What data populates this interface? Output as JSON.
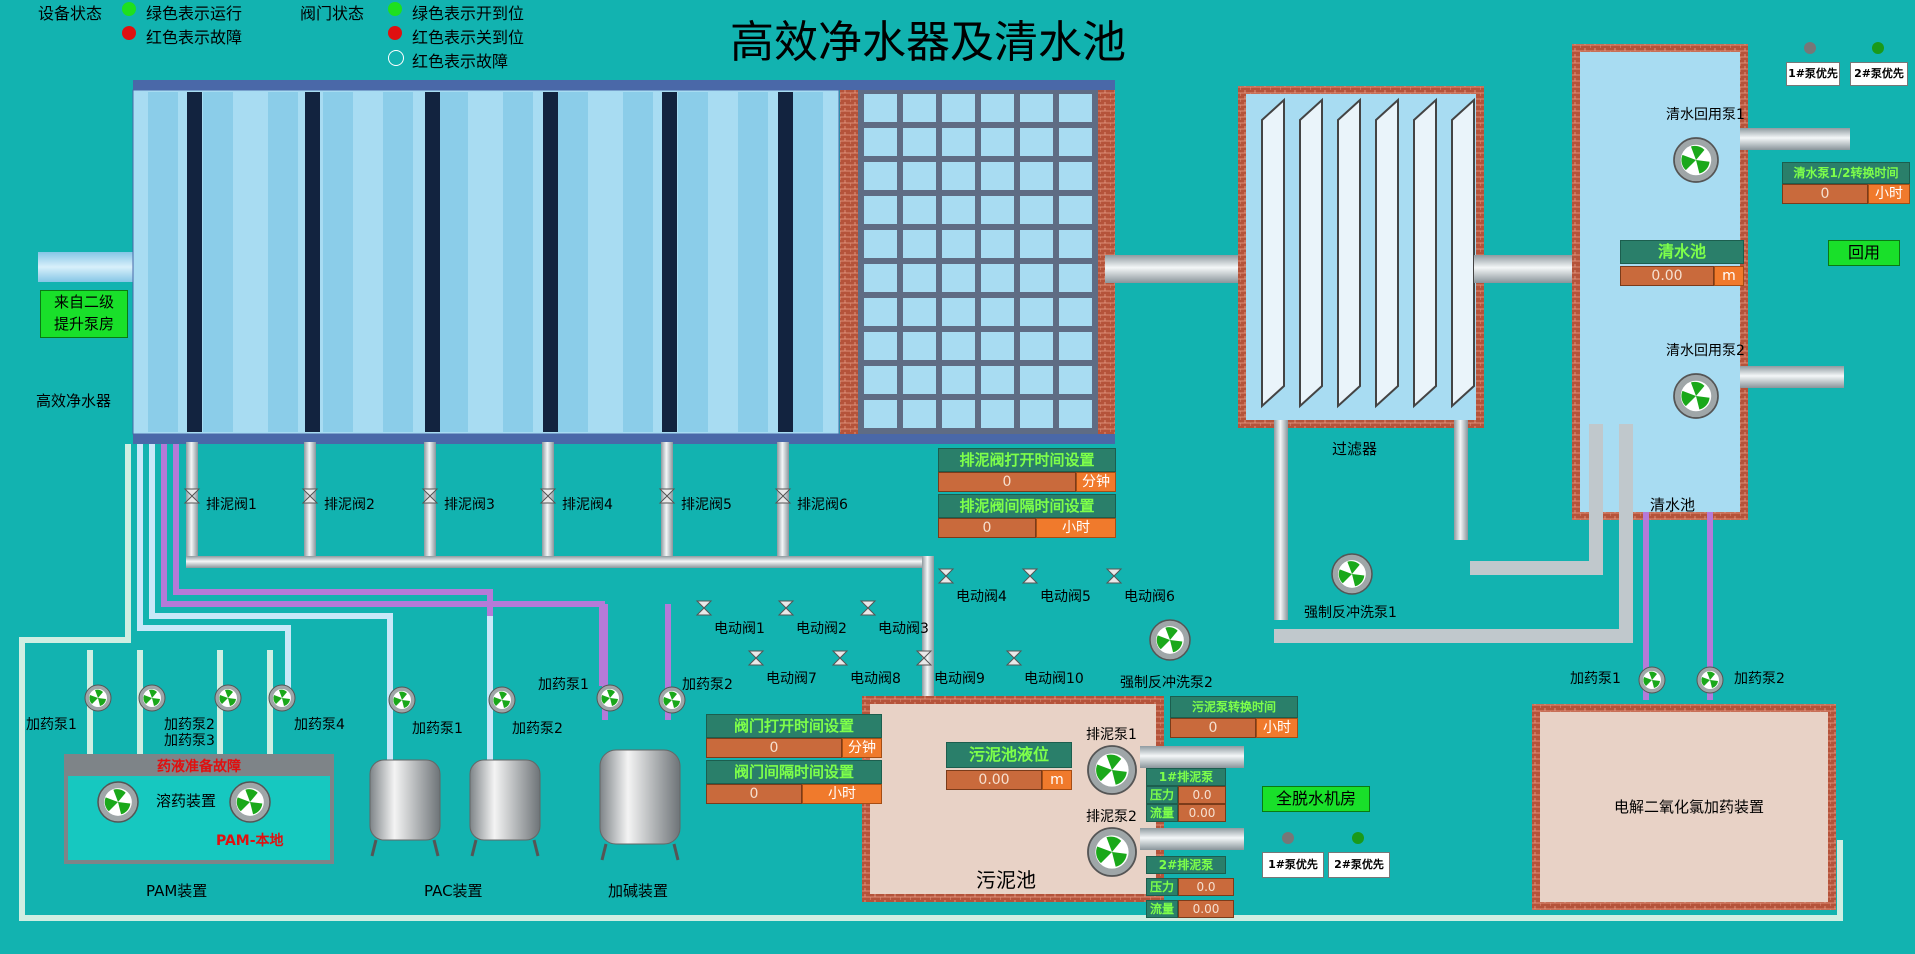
{
  "title": "高效净水器及清水池",
  "legend": {
    "device_label": "设备状态",
    "device_run": "绿色表示运行",
    "device_fault": "红色表示故障",
    "valve_label": "阀门状态",
    "valve_open": "绿色表示开到位",
    "valve_closed": "红色表示关到位",
    "valve_fault": "红色表示故障"
  },
  "labels": {
    "source": "来自二级\n提升泵房",
    "purifier": "高效净水器",
    "filter": "过滤器",
    "clearpool_bottom": "清水池",
    "reuse": "回用",
    "backwash1": "强制反冲洗泵1",
    "backwash2": "强制反冲洗泵2",
    "reuse_pump1": "清水回用泵1",
    "reuse_pump2": "清水回用泵2",
    "sludge_pool": "污泥池",
    "dewater": "全脱水机房",
    "chlorine": "电解二氧化氯加药装置",
    "pam": "PAM装置",
    "pac": "PAC装置",
    "alkali": "加碱装置",
    "dissolve": "溶药装置",
    "pam_fault": "药液准备故障",
    "pam_local": "PAM-本地",
    "sludge_pump1": "排泥泵1",
    "sludge_pump2": "排泥泵2"
  },
  "drain_valves": [
    "排泥阀1",
    "排泥阀2",
    "排泥阀3",
    "排泥阀4",
    "排泥阀5",
    "排泥阀6"
  ],
  "motor_valves": [
    "电动阀1",
    "电动阀2",
    "电动阀3",
    "电动阀4",
    "电动阀5",
    "电动阀6",
    "电动阀7",
    "电动阀8",
    "电动阀9",
    "电动阀10"
  ],
  "dosing": {
    "pam_pumps": [
      "加药泵1",
      "加药泵2",
      "加药泵3",
      "加药泵4"
    ],
    "pac_pumps": [
      "加药泵1",
      "加药泵2"
    ],
    "alk_pumps": [
      "加药泵1",
      "加药泵2"
    ],
    "cl_pumps": [
      "加药泵1",
      "加药泵2"
    ]
  },
  "settings": {
    "drain_open_title": "排泥阀打开时间设置",
    "drain_open_value": "0",
    "drain_open_unit": "分钟",
    "drain_interval_title": "排泥阀间隔时间设置",
    "drain_interval_value": "0",
    "drain_interval_unit": "小时",
    "valve_open_title": "阀门打开时间设置",
    "valve_open_value": "0",
    "valve_open_unit": "分钟",
    "valve_interval_title": "阀门间隔时间设置",
    "valve_interval_value": "0",
    "valve_interval_unit": "小时",
    "clear_switch_title": "清水泵1/2转换时间",
    "clear_switch_value": "0",
    "clear_switch_unit": "小时",
    "sludge_switch_title": "污泥泵转换时间",
    "sludge_switch_value": "0",
    "sludge_switch_unit": "小时"
  },
  "levels": {
    "clear_title": "清水池",
    "clear_value": "0.00",
    "clear_unit": "m",
    "sludge_title": "污泥池液位",
    "sludge_value": "0.00",
    "sludge_unit": "m"
  },
  "sludge_pumps": {
    "p1_title": "1#排泥泵",
    "p2_title": "2#排泥泵",
    "pressure": "压力",
    "flow": "流量",
    "p1_pressure": "0.0",
    "p1_flow": "0.00",
    "p2_pressure": "0.0",
    "p2_flow": "0.00"
  },
  "priority": {
    "p1": "1#泵优先",
    "p2": "2#泵优先"
  },
  "colors": {
    "background": "#12b3b0",
    "tank": "#a8dcf2",
    "brick": "#b5533a",
    "pipe": "#c0c8cc",
    "pipe_purple": "#b57ad8",
    "run": "#1ee01e",
    "fault": "#e01010"
  }
}
